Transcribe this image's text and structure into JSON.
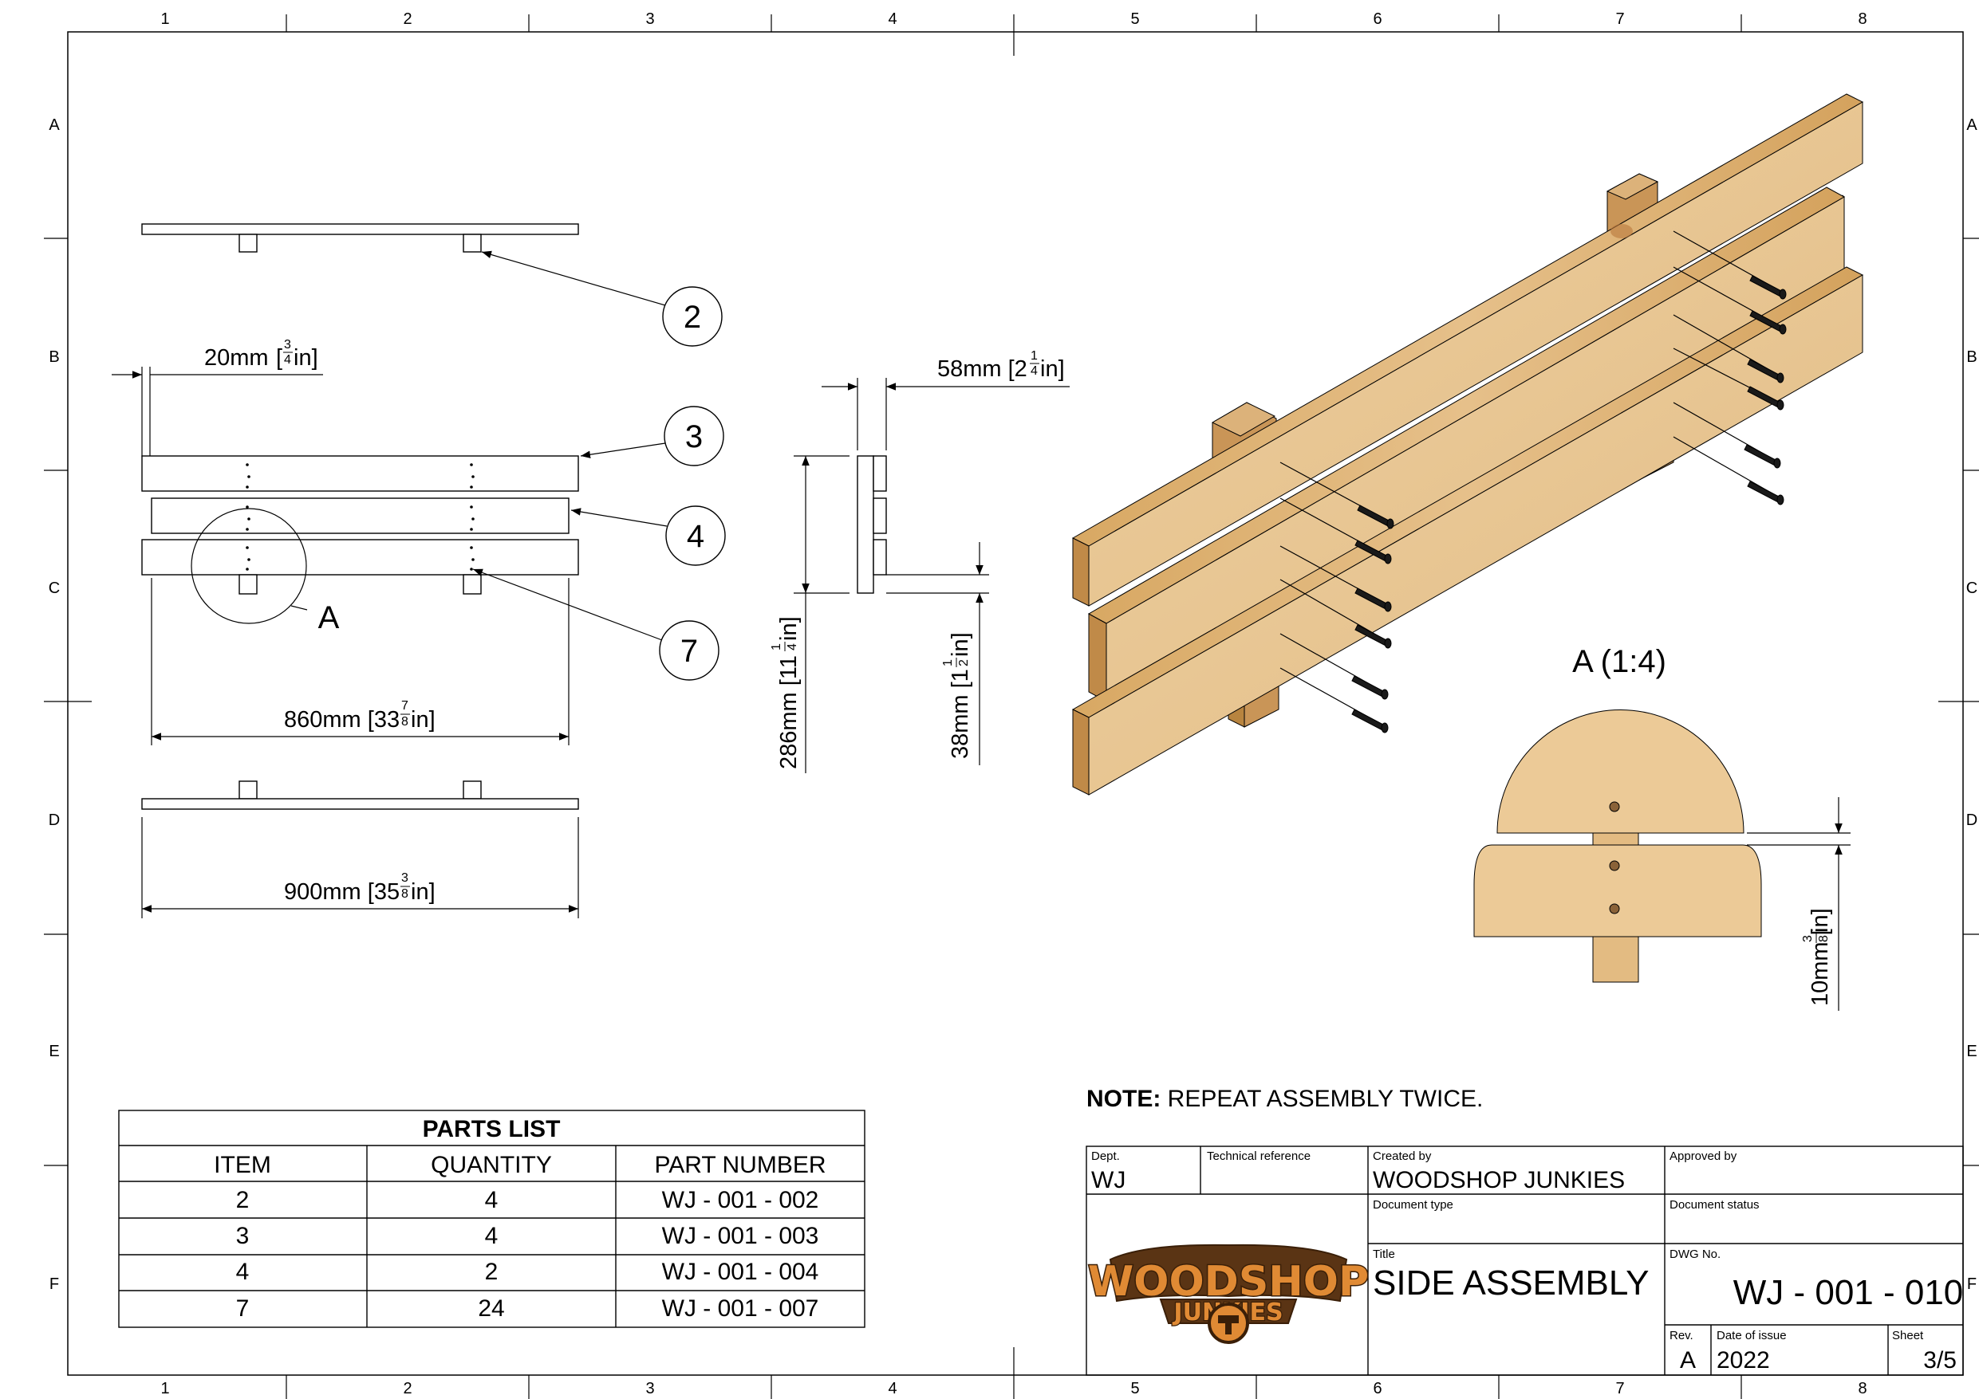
{
  "sheet": {
    "col_labels": [
      "1",
      "2",
      "3",
      "4",
      "5",
      "6",
      "7",
      "8"
    ],
    "row_labels": [
      "A",
      "B",
      "C",
      "D",
      "E",
      "F"
    ]
  },
  "views": {
    "balloons": [
      "2",
      "3",
      "4",
      "7"
    ],
    "detail_circle_label": "A",
    "dim_20": "20mm",
    "dim_20_frac": [
      "3",
      "4"
    ],
    "dim_860": "860mm [33",
    "dim_860_frac": [
      "7",
      "8"
    ],
    "dim_900": "900mm [35",
    "dim_900_frac": [
      "3",
      "8"
    ],
    "dim_58": "58mm [2",
    "dim_58_frac": [
      "1",
      "4"
    ],
    "dim_286": "286mm [11",
    "dim_286_frac": [
      "1",
      "4"
    ],
    "dim_38": "38mm [1",
    "dim_38_frac": [
      "1",
      "2"
    ],
    "dim_10": "10mm [",
    "dim_10_frac": [
      "3",
      "8"
    ],
    "unit_suffix": "in]",
    "detail_title": "A (1:4)"
  },
  "note": {
    "label": "NOTE:",
    "text": " REPEAT ASSEMBLY TWICE."
  },
  "parts_list": {
    "title": "PARTS LIST",
    "columns": [
      "ITEM",
      "QUANTITY",
      "PART NUMBER"
    ],
    "rows": [
      [
        "2",
        "4",
        "WJ - 001 - 002"
      ],
      [
        "3",
        "4",
        "WJ - 001 - 003"
      ],
      [
        "4",
        "2",
        "WJ - 001 - 004"
      ],
      [
        "7",
        "24",
        "WJ - 001 - 007"
      ]
    ]
  },
  "title_block": {
    "dept_label": "Dept.",
    "dept": "WJ",
    "tech_ref_label": "Technical reference",
    "created_by_label": "Created by",
    "created_by": "WOODSHOP JUNKIES",
    "approved_by_label": "Approved by",
    "doc_type_label": "Document type",
    "doc_status_label": "Document status",
    "title_label": "Title",
    "title": "SIDE ASSEMBLY",
    "dwg_label": "DWG No.",
    "dwg_no": "WJ - 001 - 010",
    "rev_label": "Rev.",
    "rev": "A",
    "date_label": "Date of issue",
    "date": "2022",
    "sheet_label": "Sheet",
    "sheet": "3/5"
  },
  "logo": {
    "line1": "WOODSHOP",
    "line2": "JUNKIES"
  },
  "colors": {
    "wood_light": "#e9c68f",
    "wood_mid": "#d9a860",
    "wood_dark": "#b8843f",
    "logo_orange": "#d9772a",
    "logo_brown": "#5a3414"
  }
}
